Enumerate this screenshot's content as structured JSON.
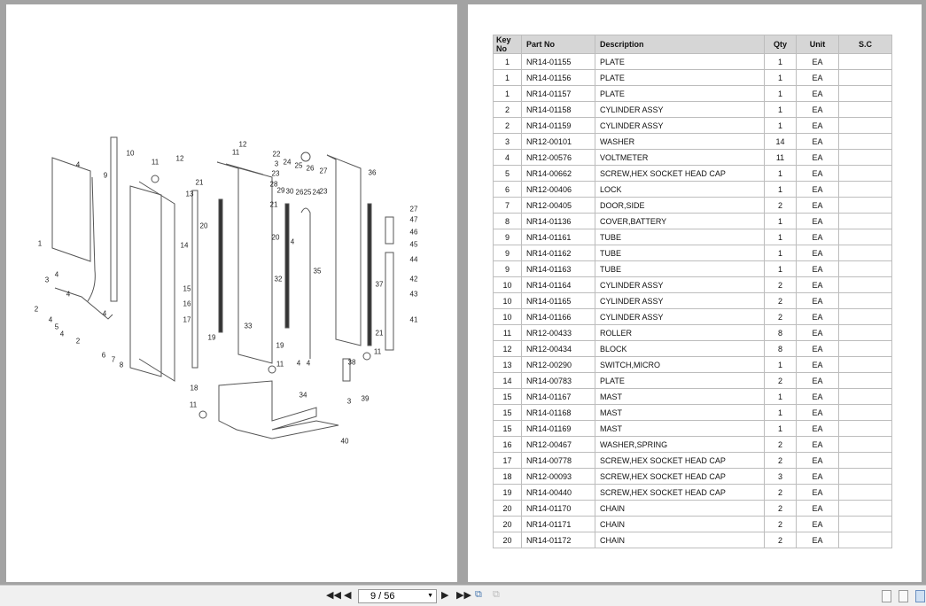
{
  "diagram": {
    "callouts": [
      "10",
      "11",
      "12",
      "9",
      "4",
      "1",
      "3",
      "4",
      "2",
      "4",
      "4",
      "5",
      "4",
      "2",
      "4",
      "6",
      "7",
      "8",
      "13",
      "21",
      "20",
      "14",
      "15",
      "16",
      "17",
      "19",
      "18",
      "11",
      "12",
      "11",
      "22",
      "3",
      "23",
      "24",
      "25",
      "26",
      "27",
      "28",
      "29",
      "30",
      "26",
      "25",
      "24",
      "23",
      "21",
      "20",
      "4",
      "32",
      "33",
      "19",
      "11",
      "35",
      "4",
      "4",
      "34",
      "36",
      "27",
      "47",
      "46",
      "45",
      "44",
      "42",
      "43",
      "41",
      "37",
      "21",
      "11",
      "38",
      "3",
      "39",
      "40"
    ]
  },
  "table": {
    "headers": [
      "Key No",
      "Part No",
      "Description",
      "Qty",
      "Unit",
      "S.C"
    ],
    "rows": [
      [
        "1",
        "NR14-01155",
        "PLATE",
        "1",
        "EA",
        ""
      ],
      [
        "1",
        "NR14-01156",
        "PLATE",
        "1",
        "EA",
        ""
      ],
      [
        "1",
        "NR14-01157",
        "PLATE",
        "1",
        "EA",
        ""
      ],
      [
        "2",
        "NR14-01158",
        "CYLINDER ASSY",
        "1",
        "EA",
        ""
      ],
      [
        "2",
        "NR14-01159",
        "CYLINDER ASSY",
        "1",
        "EA",
        ""
      ],
      [
        "3",
        "NR12-00101",
        "WASHER",
        "14",
        "EA",
        ""
      ],
      [
        "4",
        "NR12-00576",
        "VOLTMETER",
        "11",
        "EA",
        ""
      ],
      [
        "5",
        "NR14-00662",
        "SCREW,HEX SOCKET HEAD CAP",
        "1",
        "EA",
        ""
      ],
      [
        "6",
        "NR12-00406",
        "LOCK",
        "1",
        "EA",
        ""
      ],
      [
        "7",
        "NR12-00405",
        "DOOR,SIDE",
        "2",
        "EA",
        ""
      ],
      [
        "8",
        "NR14-01136",
        "COVER,BATTERY",
        "1",
        "EA",
        ""
      ],
      [
        "9",
        "NR14-01161",
        "TUBE",
        "1",
        "EA",
        ""
      ],
      [
        "9",
        "NR14-01162",
        "TUBE",
        "1",
        "EA",
        ""
      ],
      [
        "9",
        "NR14-01163",
        "TUBE",
        "1",
        "EA",
        ""
      ],
      [
        "10",
        "NR14-01164",
        "CYLINDER ASSY",
        "2",
        "EA",
        ""
      ],
      [
        "10",
        "NR14-01165",
        "CYLINDER ASSY",
        "2",
        "EA",
        ""
      ],
      [
        "10",
        "NR14-01166",
        "CYLINDER ASSY",
        "2",
        "EA",
        ""
      ],
      [
        "11",
        "NR12-00433",
        "ROLLER",
        "8",
        "EA",
        ""
      ],
      [
        "12",
        "NR12-00434",
        "BLOCK",
        "8",
        "EA",
        ""
      ],
      [
        "13",
        "NR12-00290",
        "SWITCH,MICRO",
        "1",
        "EA",
        ""
      ],
      [
        "14",
        "NR14-00783",
        "PLATE",
        "2",
        "EA",
        ""
      ],
      [
        "15",
        "NR14-01167",
        "MAST",
        "1",
        "EA",
        ""
      ],
      [
        "15",
        "NR14-01168",
        "MAST",
        "1",
        "EA",
        ""
      ],
      [
        "15",
        "NR14-01169",
        "MAST",
        "1",
        "EA",
        ""
      ],
      [
        "16",
        "NR12-00467",
        "WASHER,SPRING",
        "2",
        "EA",
        ""
      ],
      [
        "17",
        "NR14-00778",
        "SCREW,HEX SOCKET HEAD CAP",
        "2",
        "EA",
        ""
      ],
      [
        "18",
        "NR12-00093",
        "SCREW,HEX SOCKET HEAD CAP",
        "3",
        "EA",
        ""
      ],
      [
        "19",
        "NR14-00440",
        "SCREW,HEX SOCKET HEAD CAP",
        "2",
        "EA",
        ""
      ],
      [
        "20",
        "NR14-01170",
        "CHAIN",
        "2",
        "EA",
        ""
      ],
      [
        "20",
        "NR14-01171",
        "CHAIN",
        "2",
        "EA",
        ""
      ],
      [
        "20",
        "NR14-01172",
        "CHAIN",
        "2",
        "EA",
        ""
      ]
    ]
  },
  "toolbar": {
    "page_indicator": "9 / 56",
    "icons": [
      "first-page-icon",
      "prev-page-icon",
      "next-page-icon",
      "last-page-icon",
      "copy-icon",
      "paste-icon",
      "single-page-view-icon",
      "continuous-view-icon",
      "two-page-view-icon"
    ]
  }
}
